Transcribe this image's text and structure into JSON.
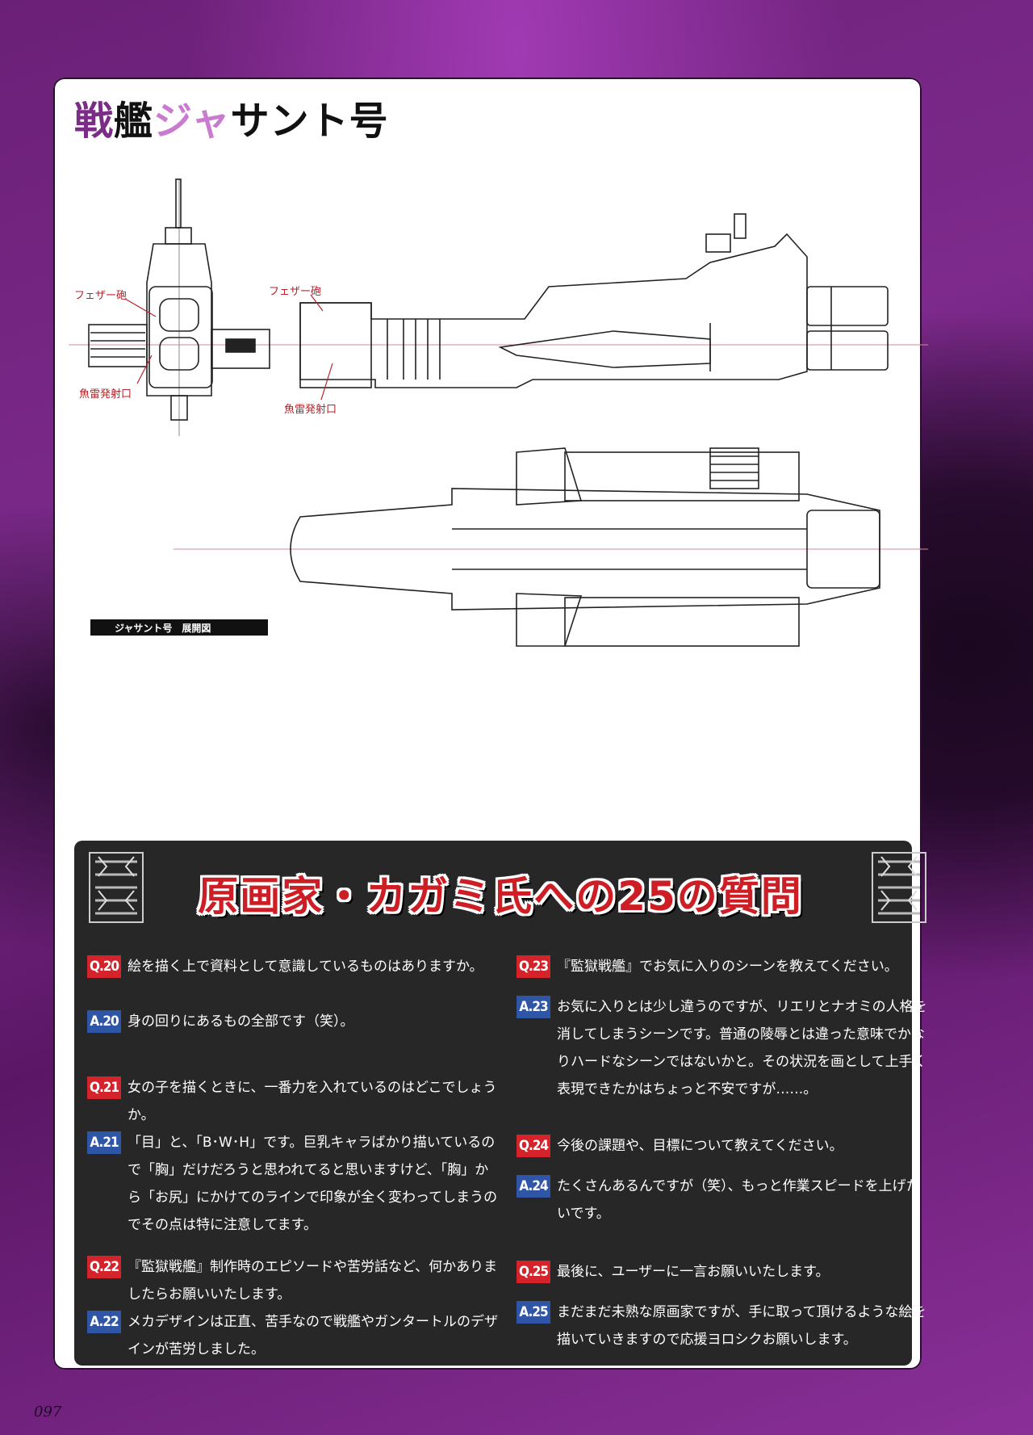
{
  "title": {
    "part1": "戦",
    "part2": "艦",
    "part3": "ジャ",
    "part4": "サント号"
  },
  "callouts": {
    "feather_gun_front": "フェザー砲",
    "torpedo_front": "魚雷発射口",
    "feather_gun_side": "フェザー砲",
    "torpedo_side": "魚雷発射口"
  },
  "caption": "ジャサント号　展開図",
  "qa": {
    "header": "原画家・カガミ氏への25の質問",
    "left": [
      {
        "badge": "Q.20",
        "kind": "q",
        "text": "絵を描く上で資料として意識しているものはありますか。"
      },
      {
        "badge": "A.20",
        "kind": "a",
        "text": "身の回りにあるもの全部です（笑）。"
      },
      {
        "badge": "Q.21",
        "kind": "q",
        "text": "女の子を描くときに、一番力を入れているのはどこでしょうか。"
      },
      {
        "badge": "A.21",
        "kind": "a",
        "text": "「目」と、「B･W･H」です。巨乳キャラばかり描いているので「胸」だけだろうと思われてると思いますけど、「胸」から「お尻」にかけてのラインで印象が全く変わってしまうのでその点は特に注意してます。"
      },
      {
        "badge": "Q.22",
        "kind": "q",
        "text": "『監獄戦艦』制作時のエピソードや苦労話など、何かありましたらお願いいたします。"
      },
      {
        "badge": "A.22",
        "kind": "a",
        "text": "メカデザインは正直、苦手なので戦艦やガンタートルのデザインが苦労しました。"
      }
    ],
    "right": [
      {
        "badge": "Q.23",
        "kind": "q",
        "text": "『監獄戦艦』でお気に入りのシーンを教えてください。"
      },
      {
        "badge": "A.23",
        "kind": "a",
        "text": "お気に入りとは少し違うのですが、リエリとナオミの人格を消してしまうシーンです。普通の陵辱とは違った意味でかなりハードなシーンではないかと。その状況を画として上手く表現できたかはちょっと不安ですが……。"
      },
      {
        "badge": "Q.24",
        "kind": "q",
        "text": "今後の課題や、目標について教えてください。"
      },
      {
        "badge": "A.24",
        "kind": "a",
        "text": "たくさんあるんですが（笑）、もっと作業スピードを上げたいです。"
      },
      {
        "badge": "Q.25",
        "kind": "q",
        "text": "最後に、ユーザーに一言お願いいたします。"
      },
      {
        "badge": "A.25",
        "kind": "a",
        "text": "まだまだ未熟な原画家ですが、手に取って頂けるような絵を描いていきますので応援ヨロシクお願いします。"
      }
    ]
  },
  "page_number": "097",
  "colors": {
    "question": "#d4232a",
    "answer": "#2f55a6",
    "header": "#cc1e24",
    "panel": "#272727"
  }
}
